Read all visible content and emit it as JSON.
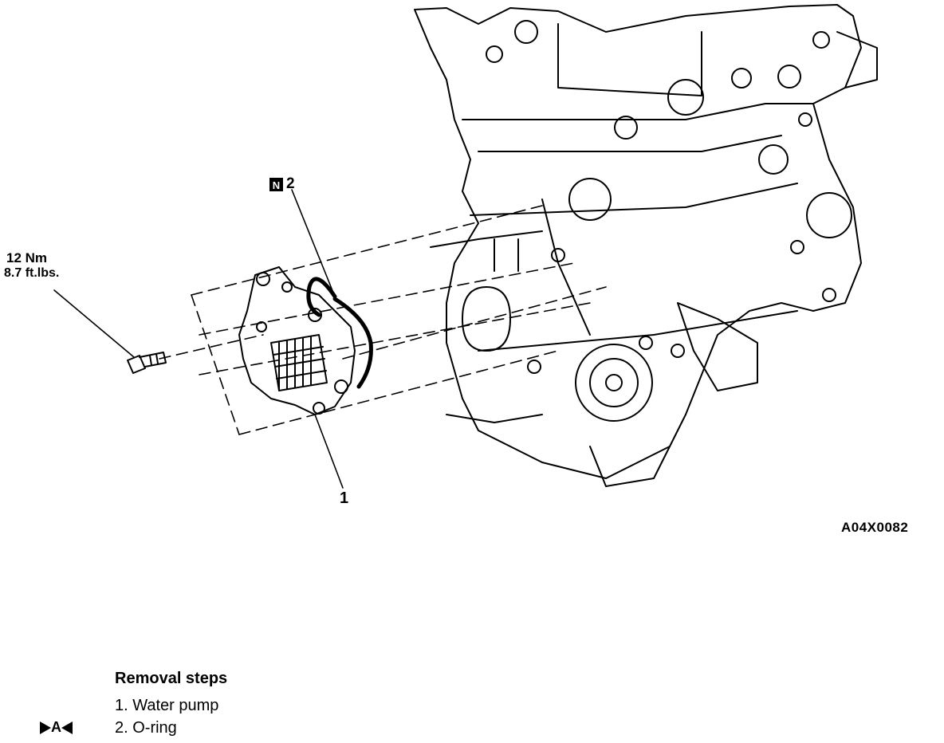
{
  "torque": {
    "metric": "12 Nm",
    "imperial": "8.7 ft.lbs."
  },
  "callouts": {
    "part_1": "1",
    "part_2": "2",
    "part_2_flag": "N"
  },
  "figure_code": "A04X0082",
  "removal": {
    "title": "Removal steps",
    "steps": [
      {
        "text": "1. Water pump"
      },
      {
        "text": "2. O-ring",
        "mark": "A"
      }
    ]
  }
}
